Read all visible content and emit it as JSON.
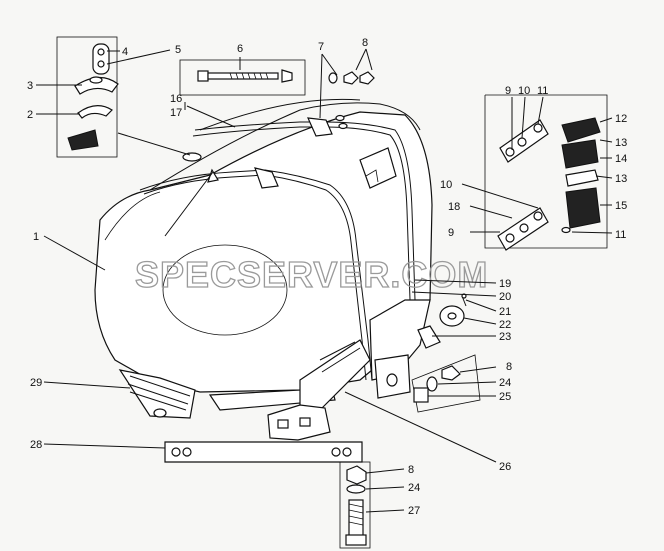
{
  "watermark": "SPECSERVER.COM",
  "callouts": [
    {
      "id": "c1",
      "text": "1"
    },
    {
      "id": "c2",
      "text": "2"
    },
    {
      "id": "c3",
      "text": "3"
    },
    {
      "id": "c4",
      "text": "4"
    },
    {
      "id": "c5",
      "text": "5"
    },
    {
      "id": "c6",
      "text": "6"
    },
    {
      "id": "c7",
      "text": "7"
    },
    {
      "id": "c8a",
      "text": "8"
    },
    {
      "id": "c8b",
      "text": "8"
    },
    {
      "id": "c8c",
      "text": "8"
    },
    {
      "id": "c9a",
      "text": "9"
    },
    {
      "id": "c9b",
      "text": "9"
    },
    {
      "id": "c10a",
      "text": "10"
    },
    {
      "id": "c10b",
      "text": "10"
    },
    {
      "id": "c11a",
      "text": "11"
    },
    {
      "id": "c11b",
      "text": "11"
    },
    {
      "id": "c12",
      "text": "12"
    },
    {
      "id": "c13a",
      "text": "13"
    },
    {
      "id": "c13b",
      "text": "13"
    },
    {
      "id": "c14",
      "text": "14"
    },
    {
      "id": "c15",
      "text": "15"
    },
    {
      "id": "c16",
      "text": "16"
    },
    {
      "id": "c17",
      "text": "17"
    },
    {
      "id": "c18",
      "text": "18"
    },
    {
      "id": "c19",
      "text": "19"
    },
    {
      "id": "c20",
      "text": "20"
    },
    {
      "id": "c21",
      "text": "21"
    },
    {
      "id": "c22",
      "text": "22"
    },
    {
      "id": "c23",
      "text": "23"
    },
    {
      "id": "c24a",
      "text": "24"
    },
    {
      "id": "c24b",
      "text": "24"
    },
    {
      "id": "c25",
      "text": "25"
    },
    {
      "id": "c26",
      "text": "26"
    },
    {
      "id": "c27",
      "text": "27"
    },
    {
      "id": "c28",
      "text": "28"
    },
    {
      "id": "c29",
      "text": "29"
    }
  ]
}
